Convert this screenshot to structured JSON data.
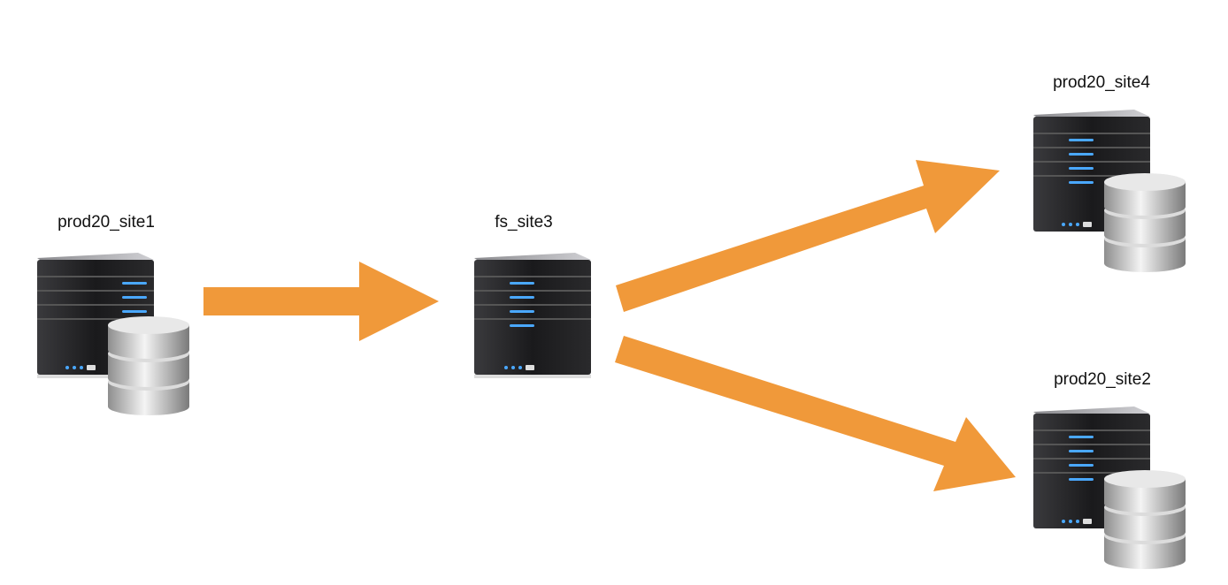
{
  "diagram": {
    "nodes": [
      {
        "id": "site1",
        "label": "prod20_site1",
        "icon": "server-with-database-icon"
      },
      {
        "id": "site3",
        "label": "fs_site3",
        "icon": "server-icon"
      },
      {
        "id": "site4",
        "label": "prod20_site4",
        "icon": "server-with-database-icon"
      },
      {
        "id": "site2",
        "label": "prod20_site2",
        "icon": "server-with-database-icon"
      }
    ],
    "edges": [
      {
        "from": "prod20_site1",
        "to": "fs_site3"
      },
      {
        "from": "fs_site3",
        "to": "prod20_site4"
      },
      {
        "from": "fs_site3",
        "to": "prod20_site2"
      }
    ],
    "colors": {
      "arrow": "#F0993A",
      "server_body": "#1c1c1e",
      "server_led": "#4aa8ff",
      "disk": "#c8c8c8"
    }
  }
}
